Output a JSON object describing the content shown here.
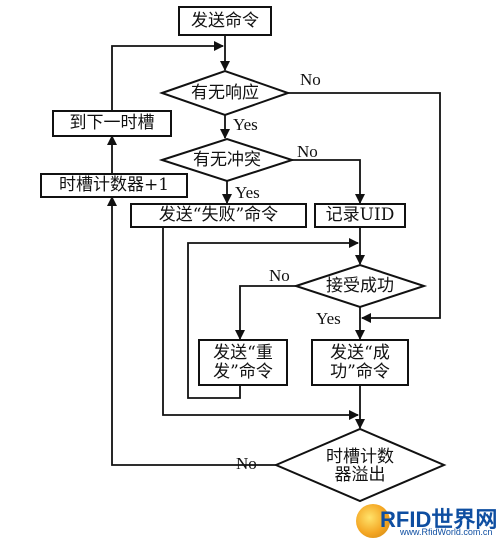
{
  "flowchart": {
    "nodes": {
      "send_command": "发送命令",
      "has_response": "有无响应",
      "has_collision": "有无冲突",
      "send_fail": "发送“失败”命令",
      "record_uid": "记录UID",
      "accept_success": "接受成功",
      "send_resend": "发送“重\n发”命令",
      "send_success": "发送“成\n功”命令",
      "slot_counter_overflow": "时槽计数\n器溢出",
      "next_slot": "到下一时槽",
      "slot_counter_inc": "时槽计数器+1"
    },
    "labels": {
      "response_no": "No",
      "response_yes": "Yes",
      "collision_no": "No",
      "collision_yes": "Yes",
      "accept_no": "No",
      "accept_yes": "Yes",
      "overflow_no": "No"
    }
  },
  "watermark": {
    "brand": "RFID世界网",
    "url": "www.RfidWorld.com.cn",
    "colors": {
      "text": "#0e4ea1",
      "badge": "#f4a623"
    }
  }
}
